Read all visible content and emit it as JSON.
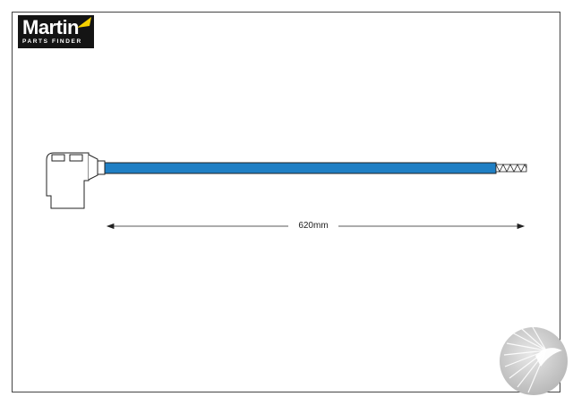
{
  "logo": {
    "brand": "Martin",
    "tagline": "PARTS FINDER",
    "colors": {
      "background": "#141414",
      "text": "#ffffff",
      "accent": "#f5d000"
    }
  },
  "cable": {
    "length_label": "620mm",
    "color": "#1f7fc4"
  },
  "watermark": {
    "icon": "sunburst-logo-icon"
  }
}
